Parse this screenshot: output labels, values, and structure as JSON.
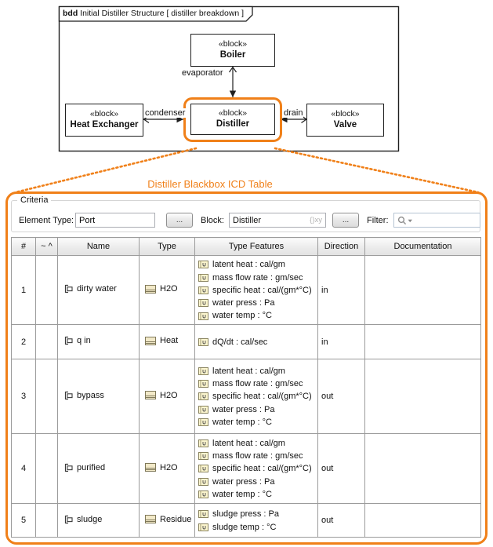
{
  "colors": {
    "accent": "#F08019",
    "diagram_line": "#1f1f1f",
    "grid": "#9b9b9b"
  },
  "diagram": {
    "tab": {
      "kind": "bdd",
      "title": "Initial Distiller Structure",
      "context": "[ distiller breakdown ]"
    },
    "blocks": [
      {
        "stereotype": "«block»",
        "name": "Boiler"
      },
      {
        "stereotype": "«block»",
        "name": "Heat Exchanger"
      },
      {
        "stereotype": "«block»",
        "name": "Distiller",
        "highlighted": true
      },
      {
        "stereotype": "«block»",
        "name": "Valve"
      }
    ],
    "connectors": [
      {
        "label": "evaporator"
      },
      {
        "label": "condenser"
      },
      {
        "label": "drain"
      }
    ]
  },
  "callout": {
    "title": "Distiller Blackbox ICD Table"
  },
  "criteria": {
    "group_label": "Criteria",
    "element_type_label": "Element Type:",
    "element_type_value": "Port",
    "browse_label": "...",
    "block_label": "Block:",
    "block_value": "Distiller",
    "block_badge": "{}xy",
    "filter_label": "Filter:",
    "filter_value": ""
  },
  "table": {
    "columns": [
      "#",
      "~ ^",
      "Name",
      "Type",
      "Type Features",
      "Direction",
      "Documentation"
    ],
    "rows": [
      {
        "num": "1",
        "name": "dirty water",
        "type": "H2O",
        "features": [
          "latent heat : cal/gm",
          "mass flow rate : gm/sec",
          "specific heat : cal/(gm*°C)",
          "water press : Pa",
          "water temp : °C"
        ],
        "direction": "in",
        "documentation": ""
      },
      {
        "num": "2",
        "name": "q in",
        "type": "Heat",
        "features": [
          "dQ/dt : cal/sec"
        ],
        "direction": "in",
        "documentation": ""
      },
      {
        "num": "3",
        "name": "bypass",
        "type": "H2O",
        "features": [
          "latent heat : cal/gm",
          "mass flow rate : gm/sec",
          "specific heat : cal/(gm*°C)",
          "water press : Pa",
          "water temp : °C"
        ],
        "direction": "out",
        "documentation": ""
      },
      {
        "num": "4",
        "name": "purified",
        "type": "H2O",
        "features": [
          "latent heat : cal/gm",
          "mass flow rate : gm/sec",
          "specific heat : cal/(gm*°C)",
          "water press : Pa",
          "water temp : °C"
        ],
        "direction": "out",
        "documentation": ""
      },
      {
        "num": "5",
        "name": "sludge",
        "type": "Residue",
        "features": [
          "sludge press : Pa",
          "sludge temp : °C"
        ],
        "direction": "out",
        "documentation": ""
      }
    ]
  }
}
